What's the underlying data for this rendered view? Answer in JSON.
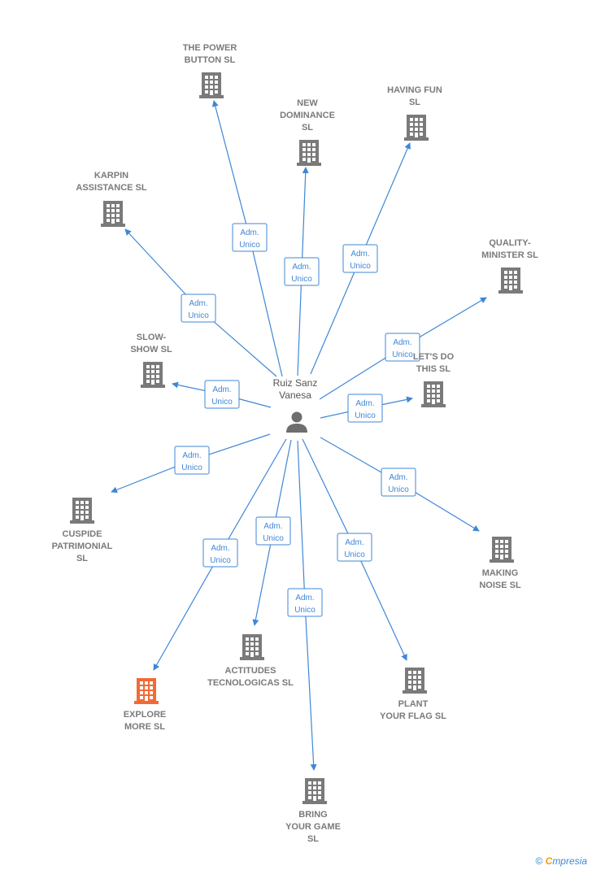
{
  "center": {
    "label_lines": [
      "Ruiz Sanz",
      "Vanesa"
    ],
    "icon": "person-icon"
  },
  "role_label_lines": [
    "Adm.",
    "Unico"
  ],
  "colors": {
    "edge": "#3f87d6",
    "building": "#7a7a7a",
    "highlight": "#f26a35",
    "text": "#7a7a7a"
  },
  "companies": [
    {
      "id": "the-power-button",
      "label_lines": [
        "THE POWER",
        "BUTTON  SL"
      ],
      "highlight": false
    },
    {
      "id": "new-dominance",
      "label_lines": [
        "NEW",
        "DOMINANCE",
        "SL"
      ],
      "highlight": false
    },
    {
      "id": "having-fun",
      "label_lines": [
        "HAVING FUN",
        "SL"
      ],
      "highlight": false
    },
    {
      "id": "karpin-assistance",
      "label_lines": [
        "KARPIN",
        "ASSISTANCE SL"
      ],
      "highlight": false
    },
    {
      "id": "quality-minister",
      "label_lines": [
        "QUALITY-",
        "MINISTER  SL"
      ],
      "highlight": false
    },
    {
      "id": "slow-show",
      "label_lines": [
        "SLOW-",
        "SHOW  SL"
      ],
      "highlight": false
    },
    {
      "id": "lets-do-this",
      "label_lines": [
        "LET'S DO",
        "THIS  SL"
      ],
      "highlight": false
    },
    {
      "id": "cuspide-patrimonial",
      "label_lines": [
        "CUSPIDE",
        "PATRIMONIAL",
        "SL"
      ],
      "highlight": false
    },
    {
      "id": "making-noise",
      "label_lines": [
        "MAKING",
        "NOISE  SL"
      ],
      "highlight": false
    },
    {
      "id": "actitudes-tecnologicas",
      "label_lines": [
        "ACTITUDES",
        "TECNOLOGICAS SL"
      ],
      "highlight": false
    },
    {
      "id": "plant-your-flag",
      "label_lines": [
        "PLANT",
        "YOUR FLAG  SL"
      ],
      "highlight": false
    },
    {
      "id": "explore-more",
      "label_lines": [
        "EXPLORE",
        "MORE  SL"
      ],
      "highlight": true
    },
    {
      "id": "bring-your-game",
      "label_lines": [
        "BRING",
        "YOUR GAME",
        "SL"
      ],
      "highlight": false
    }
  ],
  "footer": {
    "copyright_symbol": "©",
    "brand_first": "C",
    "brand_rest": "mpresia"
  }
}
